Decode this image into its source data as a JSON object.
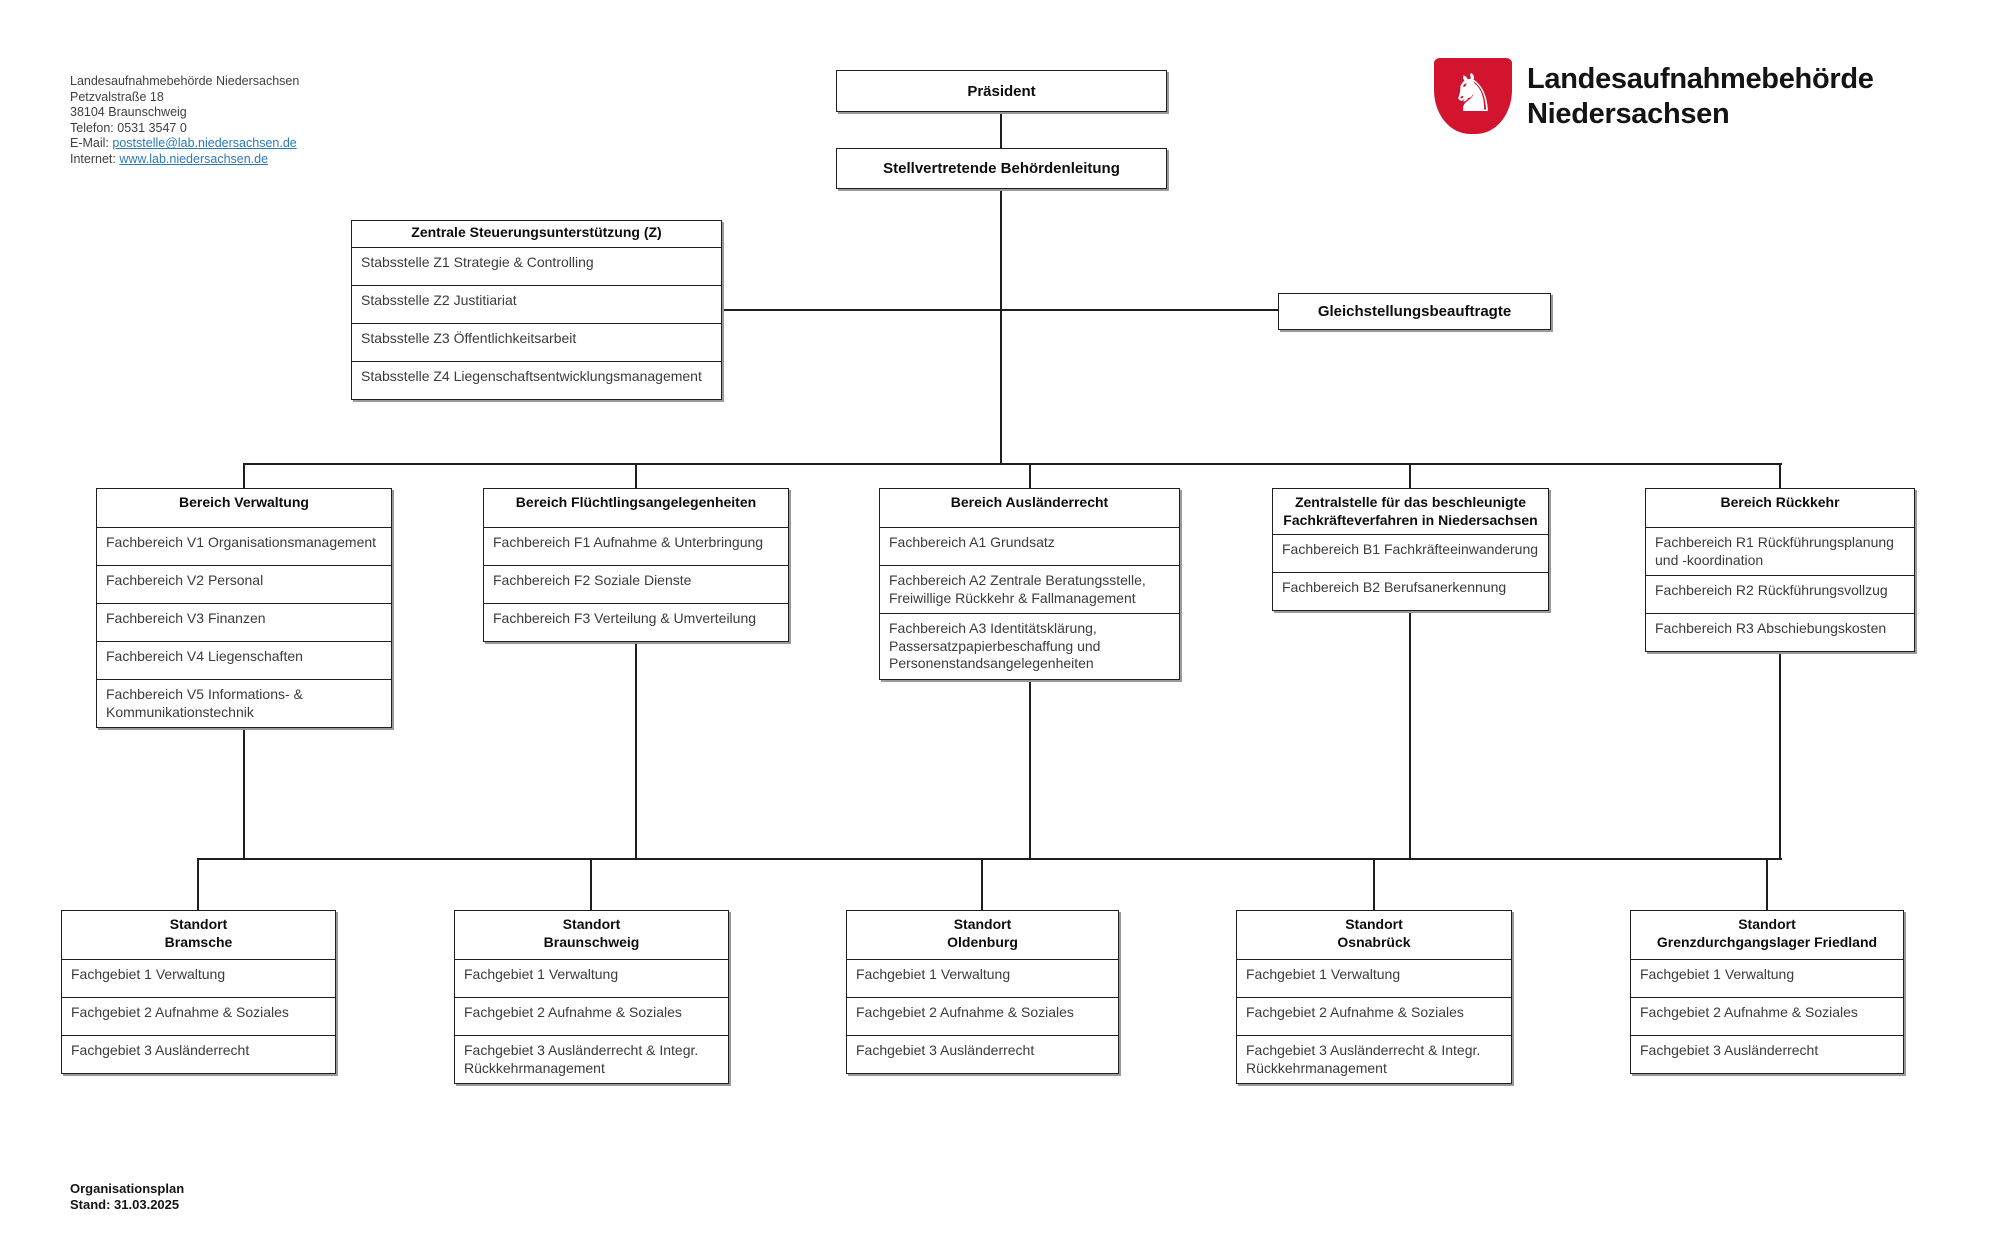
{
  "brand": {
    "title_line1": "Landesaufnahmebehörde",
    "title_line2": "Niedersachsen",
    "shield_red": "#d2142f"
  },
  "icons": {
    "horse": "♞"
  },
  "contact": {
    "lines": [
      "Landesaufnahmebehörde Niedersachsen",
      "Petzvalstraße 18",
      "38104 Braunschweig",
      "Telefon: 0531 3547 0"
    ],
    "email_label": "E-Mail:",
    "email": "poststelle@lab.niedersachsen.de",
    "internet_label": "Internet:",
    "internet": "www.lab.niedersachsen.de"
  },
  "leadership": {
    "president": "Präsident",
    "deputy": "Stellvertretende Behördenleitung",
    "equality": "Gleichstellungsbeauftragte"
  },
  "staff_unit": {
    "title": "Zentrale Steuerungsunterstützung (Z)",
    "items": [
      "Stabsstelle Z1 Strategie & Controlling",
      "Stabsstelle Z2 Justitiariat",
      "Stabsstelle Z3 Öffentlichkeitsarbeit",
      "Stabsstelle Z4 Liegenschaftsentwicklungsmanagement"
    ]
  },
  "departments": [
    {
      "title": "Bereich Verwaltung",
      "items": [
        "Fachbereich V1 Organisationsmanagement",
        "Fachbereich V2 Personal",
        "Fachbereich V3 Finanzen",
        "Fachbereich V4 Liegenschaften",
        "Fachbereich V5 Informations- & Kommunikationstechnik"
      ]
    },
    {
      "title": "Bereich Flüchtlingsangelegenheiten",
      "items": [
        "Fachbereich F1 Aufnahme & Unterbringung",
        "Fachbereich F2 Soziale Dienste",
        "Fachbereich F3 Verteilung & Umverteilung"
      ]
    },
    {
      "title": "Bereich Ausländerrecht",
      "items": [
        "Fachbereich A1 Grundsatz",
        "Fachbereich A2 Zentrale Beratungsstelle, Freiwillige Rückkehr & Fallmanagement",
        "Fachbereich A3 Identitätsklärung, Passersatzpapierbeschaffung und Personenstandsangelegenheiten"
      ]
    },
    {
      "title": "Zentralstelle für das beschleunigte Fachkräfteverfahren in Niedersachsen",
      "items": [
        "Fachbereich B1 Fachkräfteeinwanderung",
        "Fachbereich B2 Berufsanerkennung"
      ]
    },
    {
      "title": "Bereich Rückkehr",
      "items": [
        "Fachbereich R1 Rückführungsplanung und -koordination",
        "Fachbereich R2 Rückführungsvollzug",
        "Fachbereich R3 Abschiebungskosten"
      ]
    }
  ],
  "locations": [
    {
      "label": "Standort",
      "name": "Bramsche",
      "items": [
        "Fachgebiet 1 Verwaltung",
        "Fachgebiet 2 Aufnahme & Soziales",
        "Fachgebiet 3 Ausländerrecht"
      ]
    },
    {
      "label": "Standort",
      "name": "Braunschweig",
      "items": [
        "Fachgebiet 1 Verwaltung",
        "Fachgebiet 2 Aufnahme & Soziales",
        "Fachgebiet 3 Ausländerrecht & Integr. Rückkehrmanagement"
      ]
    },
    {
      "label": "Standort",
      "name": "Oldenburg",
      "items": [
        "Fachgebiet 1 Verwaltung",
        "Fachgebiet 2 Aufnahme & Soziales",
        "Fachgebiet 3 Ausländerrecht"
      ]
    },
    {
      "label": "Standort",
      "name": "Osnabrück",
      "items": [
        "Fachgebiet 1 Verwaltung",
        "Fachgebiet 2 Aufnahme & Soziales",
        "Fachgebiet 3 Ausländerrecht & Integr. Rückkehrmanagement"
      ]
    },
    {
      "label": "Standort",
      "name": "Grenzdurchgangslager Friedland",
      "items": [
        "Fachgebiet 1 Verwaltung",
        "Fachgebiet 2 Aufnahme & Soziales",
        "Fachgebiet 3 Ausländerrecht"
      ]
    }
  ],
  "footer": {
    "line1": "Organisationsplan",
    "line2": "Stand: 31.03.2025"
  }
}
